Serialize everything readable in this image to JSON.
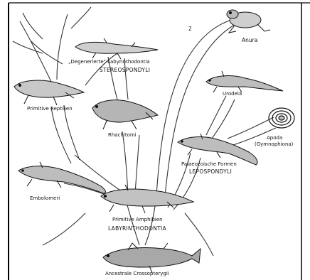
{
  "labels": {
    "anura": "Anura",
    "arrow_mark": "2",
    "degenerate": "„Degenerierte\" Labyrinthodontia",
    "stereospondyli": "STEREOSPONDYLI",
    "urodela": "Urodela",
    "primitive_reptilien": "Primitive Reptilien",
    "rhachitomi": "Rhachitomi",
    "apoda": "Apoda",
    "gymnophiona": "(Gymnophiona)",
    "palaeozoische": "Palaeozoische Formen",
    "lepospondyli": "LEPOSPONDYLI",
    "embolomeri": "Embolomeri",
    "primitive_amphibien": "Primitive Amphibien",
    "labyrinthodontia": "LABYRINTHODONTIA",
    "ancestrale": "Ancestrale Crossopterygii"
  }
}
